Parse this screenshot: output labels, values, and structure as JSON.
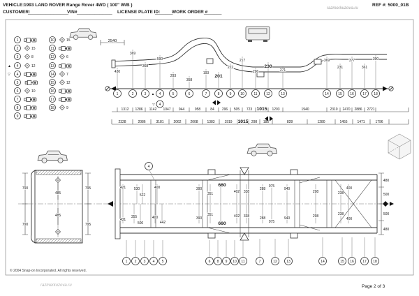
{
  "header": {
    "vehicle_label": "VEHICLE:",
    "vehicle_value": "1993 LAND  ROVER Range  Rover  4WD  ( 100\"  W/B )",
    "ref": "REF #:  5000_01B",
    "customer_label": "CUSTOMER:",
    "customer_blank": "________________",
    "vin_label": "VIN#",
    "vin_blank": "______________",
    "plate_label": "LICENSE PLATE ID:",
    "plate_blank": "_______",
    "work_order_label": "WORK ORDER #",
    "work_order_blank": "_______",
    "watermark": "razmerkuzova.ru"
  },
  "icons": {
    "up_triangle": "▲",
    "down_triangle": "▽"
  },
  "legend": {
    "left": [
      {
        "n": "1",
        "type": "bolt"
      },
      {
        "n": "2",
        "type": "hole",
        "d": "15"
      },
      {
        "n": "3",
        "type": "hole",
        "d": "8"
      },
      {
        "n": "4",
        "type": "hole",
        "d": "12",
        "mark": "up"
      },
      {
        "n": "4",
        "type": "bolt",
        "mark": "down"
      },
      {
        "n": "5",
        "type": "bolt"
      },
      {
        "n": "6",
        "type": "hole",
        "d": "10"
      },
      {
        "n": "7",
        "type": "bolt"
      },
      {
        "n": "8",
        "type": "bolt"
      },
      {
        "n": "9",
        "type": "bolt"
      }
    ],
    "right": [
      {
        "n": "10",
        "type": "hole",
        "d": "15"
      },
      {
        "n": "11",
        "type": "bolt"
      },
      {
        "n": "12",
        "type": "hole",
        "d": "6"
      },
      {
        "n": "13",
        "type": "bolt"
      },
      {
        "n": "14",
        "type": "hole",
        "d": "7"
      },
      {
        "n": "15",
        "type": "hole",
        "d": "12"
      },
      {
        "n": "16",
        "type": "bolt"
      },
      {
        "n": "17",
        "type": "bolt"
      },
      {
        "n": "18",
        "type": "hole",
        "d": "9"
      }
    ]
  },
  "side": {
    "wheelbase": "2540",
    "points": [
      "1",
      "2",
      "3",
      "4",
      "5",
      "6",
      "7",
      "8",
      "9",
      "10",
      "11",
      "12",
      "13",
      "14",
      "15",
      "16",
      "17",
      "18"
    ],
    "heights": [
      "430",
      "369",
      "368",
      "590",
      "293",
      "358",
      "193",
      "201",
      "222",
      "217",
      "296",
      "230",
      "271",
      "369",
      "231",
      "377",
      "361",
      "390"
    ],
    "spans1": [
      "1312",
      "1286",
      "1142",
      "1047",
      "944",
      "958",
      "84",
      "296",
      "505",
      "723",
      "1015",
      "1203",
      "1940",
      "2310",
      "2470",
      "2886",
      "2721"
    ],
    "spans2": [
      "2328",
      "2086",
      "3181",
      "2062",
      "2008",
      "1383",
      "1919",
      "1015",
      "298",
      "185",
      "828",
      "1280",
      "1455",
      "1471",
      "1796"
    ]
  },
  "fixture": {
    "left1": "790",
    "left2": "790",
    "right1": "795",
    "right2": "795",
    "center1": "485",
    "center2": "485"
  },
  "plan": {
    "callout_ref": "4",
    "top": [
      "421",
      "530",
      "522",
      "400",
      "390",
      "351",
      "660",
      "402",
      "338",
      "288",
      "975",
      "940",
      "298",
      "238",
      "400"
    ],
    "bottom": [
      "431",
      "355",
      "500",
      "400",
      "442",
      "390",
      "351",
      "660",
      "402",
      "338",
      "288",
      "975",
      "940",
      "298",
      "238",
      "400"
    ],
    "right_chain": [
      "480",
      "500",
      "500",
      "480"
    ],
    "callouts": [
      "1",
      "2",
      "3",
      "4",
      "5",
      "6",
      "8",
      "9",
      "10",
      "11",
      "7",
      "12",
      "13",
      "14",
      "15",
      "16",
      "17",
      "18"
    ]
  },
  "footer": {
    "copyright": "© 2004 Snap-on Incorporated. All rights reserved.",
    "watermark": "razmerkuzova.ru",
    "page": "Page 2 of 3"
  }
}
